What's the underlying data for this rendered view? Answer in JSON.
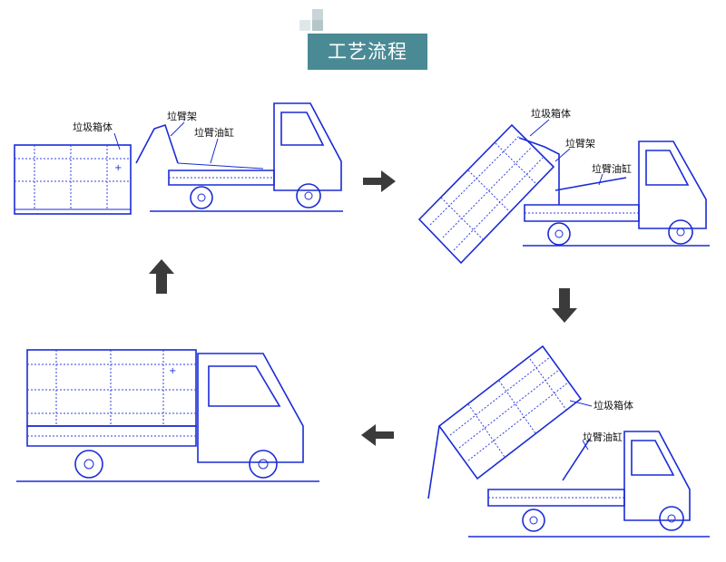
{
  "title": "工艺流程",
  "labels": {
    "step1_box": "垃圾箱体",
    "step1_arm": "垃臂架",
    "step1_cyl": "垃臂油缸",
    "step2_box": "垃圾箱体",
    "step2_arm": "垃臂架",
    "step2_cyl": "垃臂油缸",
    "step3_box": "垃圾箱体",
    "step3_cyl": "垃臂油缸"
  },
  "colors": {
    "accent": "#4a8a95",
    "drawing": "#1a2bd6",
    "arrow": "#3b3b3b"
  },
  "arrows": [
    "arrow-right",
    "arrow-down",
    "arrow-left",
    "arrow-up"
  ]
}
